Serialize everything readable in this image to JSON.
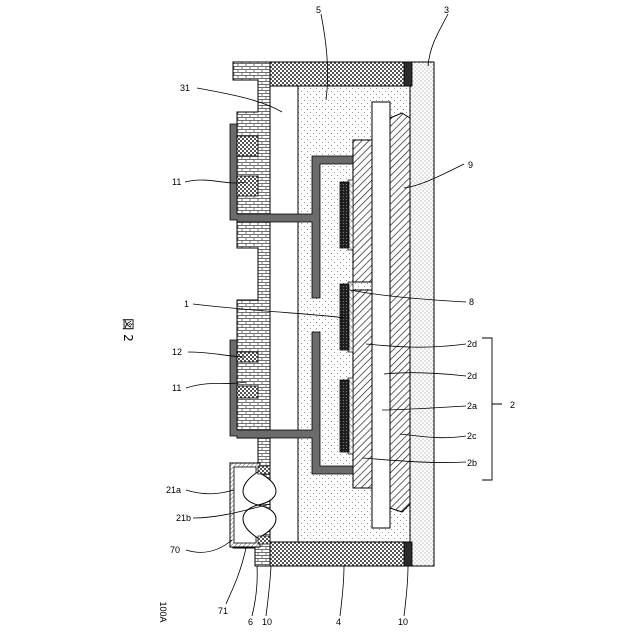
{
  "figure": {
    "title": "図 2",
    "reference": "100A"
  },
  "labels": {
    "l3": "3",
    "l5": "5",
    "l31": "31",
    "l11a": "11",
    "l9": "9",
    "l1": "1",
    "l8": "8",
    "l12": "12",
    "l11b": "11",
    "l2d_1": "2d",
    "l2d_2": "2d",
    "l2a": "2a",
    "l2": "2",
    "l2c": "2c",
    "l2b": "2b",
    "l21a": "21a",
    "l21b": "21b",
    "l70": "70",
    "l71": "71",
    "l6": "6",
    "l10a": "10",
    "l4": "4",
    "l10b": "10"
  },
  "colors": {
    "line": "#000000",
    "terminal": "#6b6b6b",
    "chip": "#2a2a2a",
    "background": "#ffffff"
  }
}
